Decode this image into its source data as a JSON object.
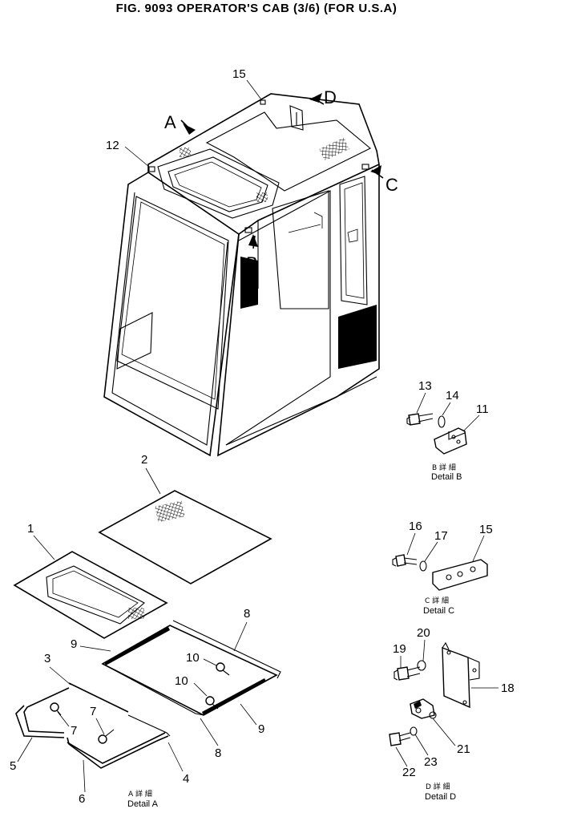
{
  "title": "FIG. 9093  OPERATOR'S CAB (3/6) (FOR U.S.A)",
  "view_letters": {
    "a": "A",
    "b": "B",
    "c": "C",
    "d": "D"
  },
  "callouts": {
    "n1": "1",
    "n2": "2",
    "n3": "3",
    "n4": "4",
    "n5": "5",
    "n6": "6",
    "n7a": "7",
    "n7b": "7",
    "n8a": "8",
    "n8b": "8",
    "n9a": "9",
    "n9b": "9",
    "n10a": "10",
    "n10b": "10",
    "n11": "11",
    "n12": "12",
    "n13": "13",
    "n14": "14",
    "n15a": "15",
    "n15b": "15",
    "n16": "16",
    "n17": "17",
    "n18": "18",
    "n19": "19",
    "n20": "20",
    "n21": "21",
    "n22": "22",
    "n23": "23"
  },
  "details": {
    "a": {
      "jp": "A 詳 細",
      "en": "Detail  A"
    },
    "b": {
      "jp": "B 詳 細",
      "en": "Detail  B"
    },
    "c": {
      "jp": "C 詳 細",
      "en": "Detail  C"
    },
    "d": {
      "jp": "D 詳 細",
      "en": "Detail  D"
    }
  }
}
